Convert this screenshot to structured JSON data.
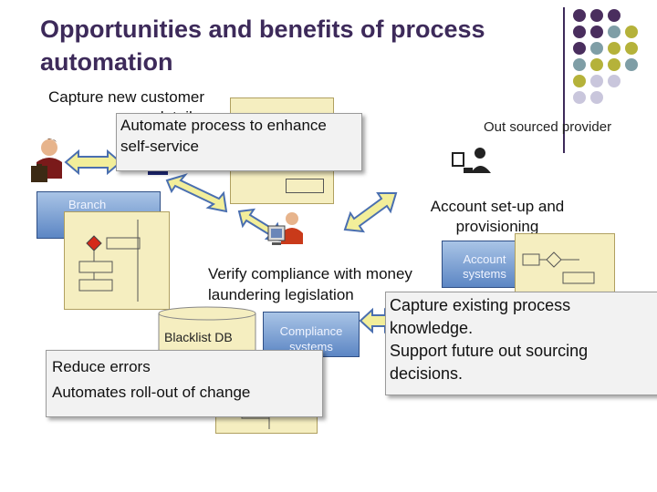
{
  "slide": {
    "title": "Opportunities and benefits of process automation",
    "capture_customer": "Capture new customer details.",
    "outsourced_provider": "Out sourced provider",
    "account_setup": "Account set-up and provisioning",
    "verify_compliance": "Verify compliance with money laundering legislation",
    "branch_label": "Branch",
    "account_systems_label": "Account systems",
    "blacklist_label": "Blacklist DB",
    "compliance_label": "Compliance systems"
  },
  "callouts": {
    "automate": "Automate process to enhance self-service",
    "capture_existing": [
      "Capture existing process knowledge.",
      "Support future out sourcing decisions."
    ],
    "reduce": [
      "Reduce errors",
      "Automates roll-out of change"
    ]
  },
  "colors": {
    "title": "#3d2a5a",
    "purple": "#4a2e5e",
    "olive": "#b5b23a",
    "teal": "#7f9ea6",
    "lavender": "#c9c6dc",
    "arrow_fill": "#f2ee9a",
    "arrow_stroke": "#4a6fb0"
  }
}
